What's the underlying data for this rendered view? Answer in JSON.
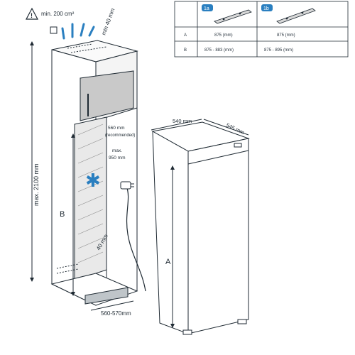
{
  "colors": {
    "accent_blue": "#2a7fc0",
    "line": "#1f2a33",
    "cabinet_fill": "#f2f2f2",
    "vent_grey": "#bfc5c9"
  },
  "icons": [
    "warning-icon",
    "plug-icon",
    "airflow-arrows-icon",
    "snowflake-icon",
    "bracket-1a-icon",
    "bracket-1b-icon"
  ],
  "labels": {
    "vent_area": "min. 200 cm²",
    "top_gap": "min 40 mm",
    "height_max": "max. 2100 mm",
    "niche_height": "B",
    "socket_distance": "560 mm",
    "socket_note": "(recommended)",
    "socket_height_a": "max.",
    "socket_height_b": "950 mm",
    "rear_gap": "40 mm",
    "niche_width": "560-570mm",
    "appliance_width": "540 mm",
    "appliance_depth": "545 mm",
    "appliance_height": "A"
  },
  "table": {
    "header": [
      "",
      "1a",
      "1b"
    ],
    "rows": [
      {
        "label": "A",
        "c1": "875 (mm)",
        "c2": "875 (mm)"
      },
      {
        "label": "B",
        "c1": "875 - 883 (mm)",
        "c2": "875 - 895 (mm)"
      }
    ]
  }
}
